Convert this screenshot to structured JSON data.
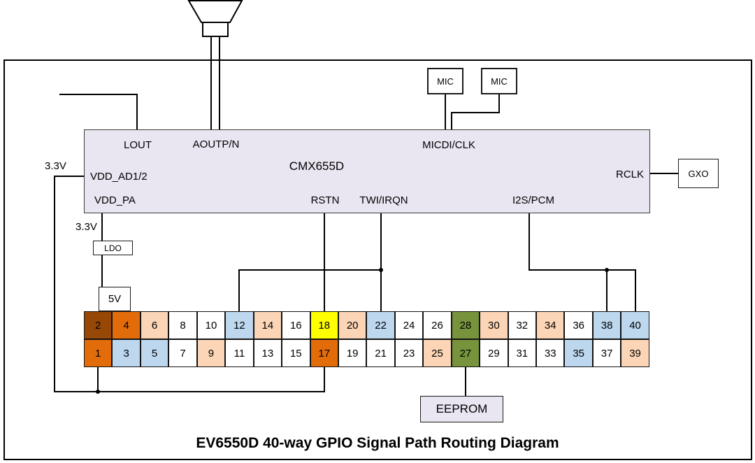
{
  "title": "EV6550D 40-way GPIO Signal Path Routing Diagram",
  "chip": {
    "name": "CMX655D",
    "pins": {
      "lout": "LOUT",
      "aoutp": "AOUTP/N",
      "micdi": "MICDI/CLK",
      "vdd_ad": "VDD_AD1/2",
      "vdd_pa": "VDD_PA",
      "rclk": "RCLK",
      "rstn": "RSTN",
      "twi": "TWI/IRQN",
      "i2s": "I2S/PCM"
    }
  },
  "external": {
    "mic1": "MIC",
    "mic2": "MIC",
    "gxo": "GXO",
    "ldo": "LDO",
    "v5": "5V",
    "eeprom": "EEPROM",
    "v33_left": "3.3V",
    "v33_pa": "3.3V"
  },
  "colors": {
    "dark_brown": "#984806",
    "orange": "#e36c0a",
    "peach": "#fbd5b5",
    "blue": "#bdd7ee",
    "yellow": "#ffff00",
    "olive": "#77933c",
    "white": "#ffffff",
    "chip_fill": "#e9e5f1"
  },
  "gpio": {
    "top_row": [
      {
        "pin": "2",
        "color": "dark_brown"
      },
      {
        "pin": "4",
        "color": "orange"
      },
      {
        "pin": "6",
        "color": "peach"
      },
      {
        "pin": "8",
        "color": "white"
      },
      {
        "pin": "10",
        "color": "white"
      },
      {
        "pin": "12",
        "color": "blue"
      },
      {
        "pin": "14",
        "color": "peach"
      },
      {
        "pin": "16",
        "color": "white"
      },
      {
        "pin": "18",
        "color": "yellow"
      },
      {
        "pin": "20",
        "color": "peach"
      },
      {
        "pin": "22",
        "color": "blue"
      },
      {
        "pin": "24",
        "color": "white"
      },
      {
        "pin": "26",
        "color": "white"
      },
      {
        "pin": "28",
        "color": "olive"
      },
      {
        "pin": "30",
        "color": "peach"
      },
      {
        "pin": "32",
        "color": "white"
      },
      {
        "pin": "34",
        "color": "peach"
      },
      {
        "pin": "36",
        "color": "white"
      },
      {
        "pin": "38",
        "color": "blue"
      },
      {
        "pin": "40",
        "color": "blue"
      }
    ],
    "bottom_row": [
      {
        "pin": "1",
        "color": "orange"
      },
      {
        "pin": "3",
        "color": "blue"
      },
      {
        "pin": "5",
        "color": "blue"
      },
      {
        "pin": "7",
        "color": "white"
      },
      {
        "pin": "9",
        "color": "peach"
      },
      {
        "pin": "11",
        "color": "white"
      },
      {
        "pin": "13",
        "color": "white"
      },
      {
        "pin": "15",
        "color": "white"
      },
      {
        "pin": "17",
        "color": "orange"
      },
      {
        "pin": "19",
        "color": "white"
      },
      {
        "pin": "21",
        "color": "white"
      },
      {
        "pin": "23",
        "color": "white"
      },
      {
        "pin": "25",
        "color": "peach"
      },
      {
        "pin": "27",
        "color": "olive"
      },
      {
        "pin": "29",
        "color": "white"
      },
      {
        "pin": "31",
        "color": "white"
      },
      {
        "pin": "33",
        "color": "white"
      },
      {
        "pin": "35",
        "color": "blue"
      },
      {
        "pin": "37",
        "color": "white"
      },
      {
        "pin": "39",
        "color": "peach"
      }
    ]
  }
}
